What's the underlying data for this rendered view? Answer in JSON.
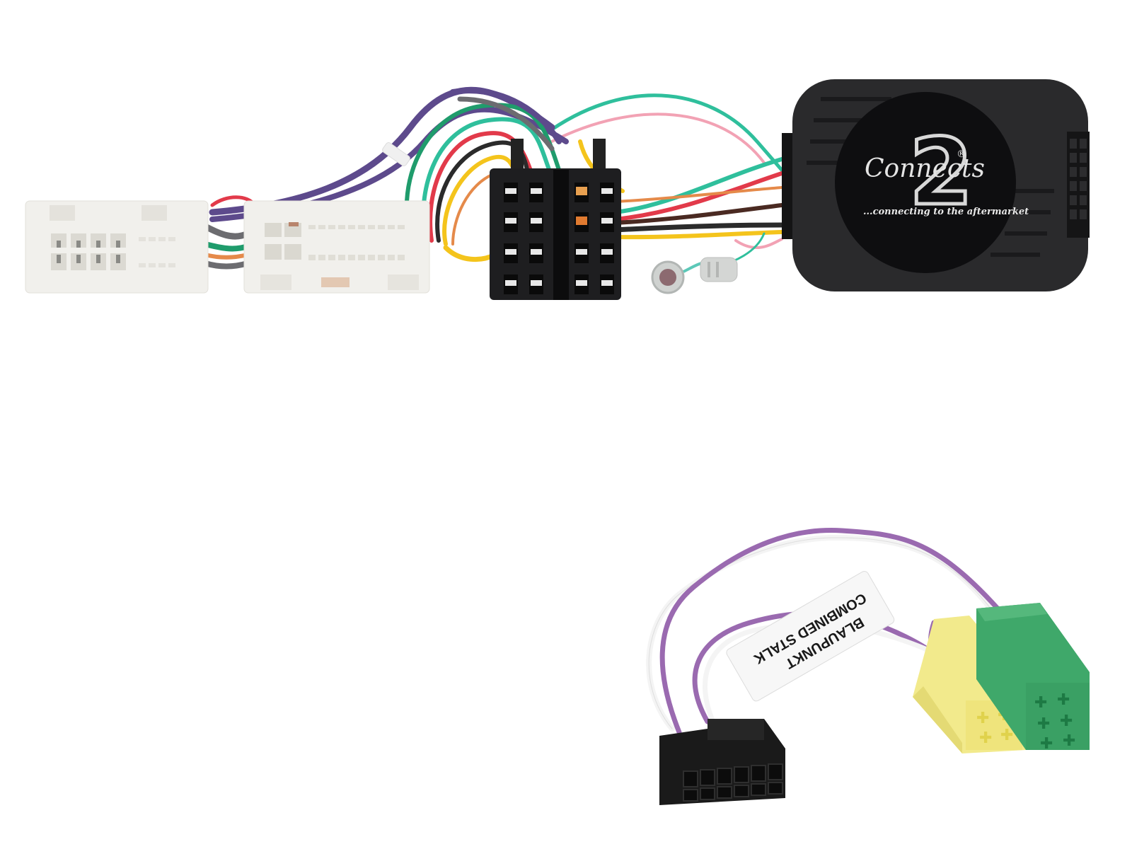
{
  "image": {
    "subject": "Steering wheel control interface harness kit",
    "background": "#ffffff"
  },
  "interface_box": {
    "brand": "Connects",
    "brand_numeral": "2",
    "registered_mark": "®",
    "tagline": "...connecting to the aftermarket",
    "color": "#2a2a2c"
  },
  "cable_label": {
    "line1": "BLAUPUNKT",
    "line2": "COMBINED STALK"
  },
  "components": [
    {
      "name": "vehicle-connector-large",
      "color": "#f1f0ec"
    },
    {
      "name": "vehicle-connector-medium",
      "color": "#f1f0ec"
    },
    {
      "name": "iso-connector-pair",
      "color": "#1e1e20"
    },
    {
      "name": "antenna-adaptors",
      "color": "#c9ccca"
    },
    {
      "name": "interface-box",
      "color": "#2a2a2c"
    },
    {
      "name": "patch-lead-molex-connector",
      "color": "#1a1a1a"
    },
    {
      "name": "mini-iso-yellow",
      "color": "#f2ea8c"
    },
    {
      "name": "mini-iso-green",
      "color": "#3fa86a"
    }
  ],
  "wire_colors": {
    "purple": "#5d4a8c",
    "teal": "#2fbf9c",
    "green": "#1f9c6c",
    "red": "#e23a4a",
    "grey": "#6c6c70",
    "black": "#2b2b2b",
    "yellow": "#f4c41c",
    "orange": "#e58a4a",
    "brown": "#4a2a22",
    "pink": "#f2a2b4",
    "lilac": "#9a6ab0",
    "white": "#f4f4f4"
  }
}
